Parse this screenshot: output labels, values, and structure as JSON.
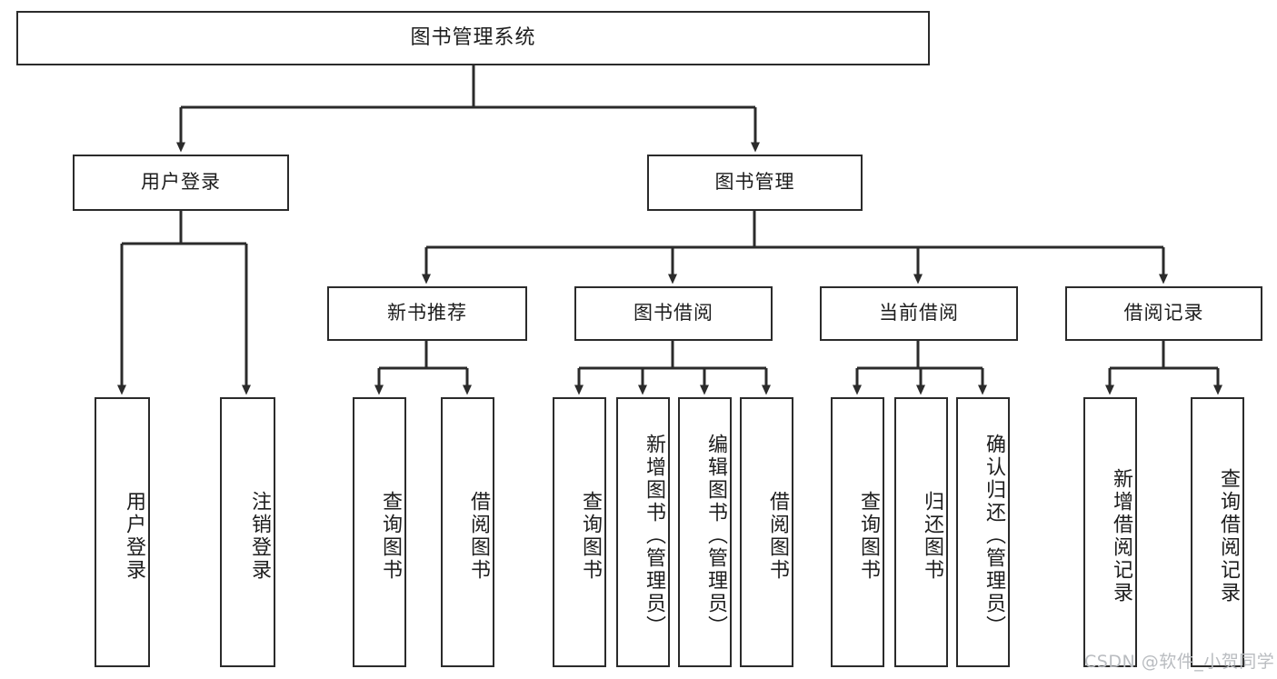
{
  "diagram": {
    "type": "tree",
    "title": "图书管理系统",
    "watermark": "CSDN @软件_小贺同学",
    "colors": {
      "stroke": "#2b2b2b",
      "fill": "#ffffff",
      "text": "#1d1d1d",
      "watermark": "#b9bcc0"
    },
    "root": {
      "label": "图书管理系统"
    },
    "level2": [
      {
        "label": "用户登录"
      },
      {
        "label": "图书管理"
      }
    ],
    "level3": [
      {
        "label": "新书推荐"
      },
      {
        "label": "图书借阅"
      },
      {
        "label": "当前借阅"
      },
      {
        "label": "借阅记录"
      }
    ],
    "leaves": {
      "user_login": [
        {
          "label": "用户登录"
        },
        {
          "label": "注销登录"
        }
      ],
      "new_book": [
        {
          "label": "查询图书"
        },
        {
          "label": "借阅图书"
        }
      ],
      "book_borrow": [
        {
          "label": "查询图书"
        },
        {
          "label": "新增图书（管理员）"
        },
        {
          "label": "编辑图书（管理员）"
        },
        {
          "label": "借阅图书"
        }
      ],
      "current_borrow": [
        {
          "label": "查询图书"
        },
        {
          "label": "归还图书"
        },
        {
          "label": "确认归还（管理员）"
        }
      ],
      "borrow_record": [
        {
          "label": "新增借阅记录"
        },
        {
          "label": "查询借阅记录"
        }
      ]
    }
  }
}
